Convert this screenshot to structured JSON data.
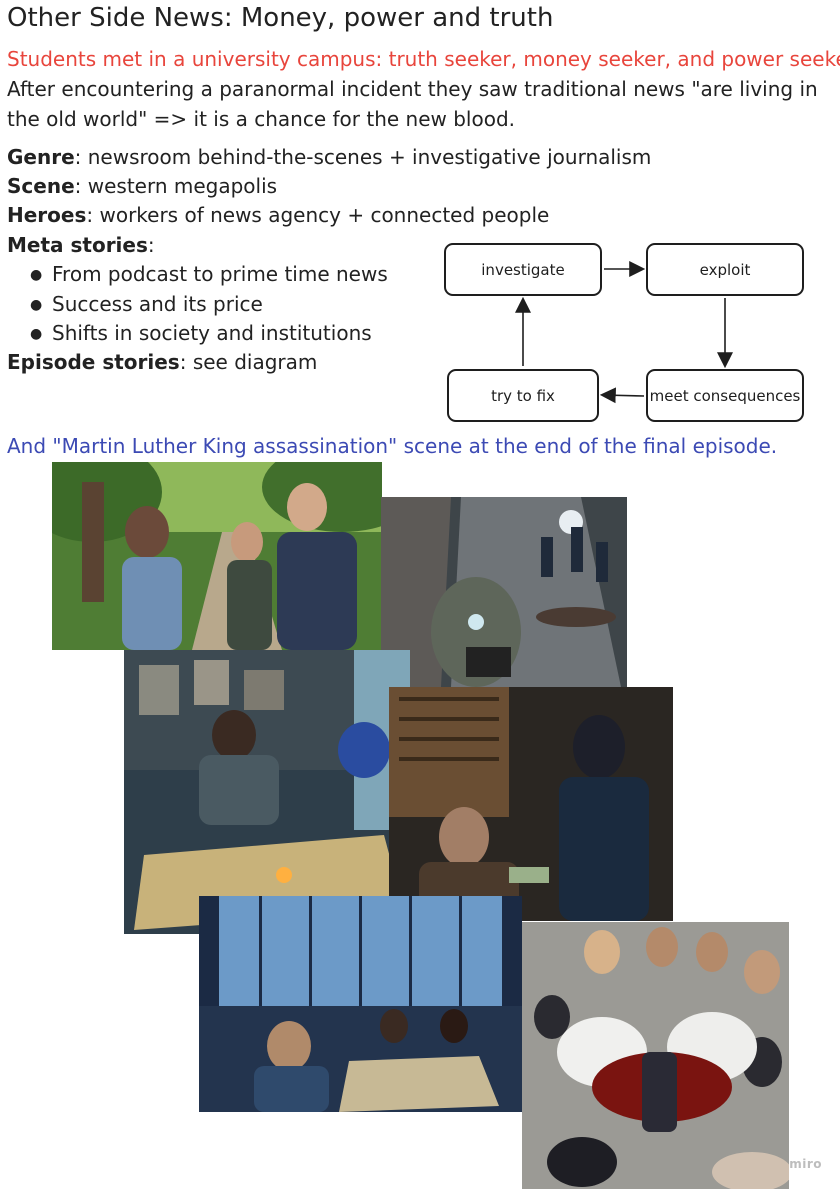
{
  "header": {
    "title": "Other Side News: Money, power and truth",
    "premise": "Students met in a university campus: truth seeker, money seeker, and power seeker.",
    "intro": "After encountering a paranormal incident they saw traditional news \"are living in the old world\" => it is a chance for the new blood."
  },
  "facts": {
    "genre_label": "Genre",
    "genre_value": ": newsroom behind-the-scenes + investigative journalism",
    "scene_label": "Scene",
    "scene_value": ": western megapolis",
    "heroes_label": "Heroes",
    "heroes_value": ": workers of news agency + connected people",
    "meta_label": "Meta stories",
    "meta_value": ":",
    "meta_items": [
      "From podcast to prime time news",
      "Success and its price",
      "Shifts in society and institutions"
    ],
    "episode_label": "Episode stories",
    "episode_value": ": see diagram"
  },
  "diagram": {
    "nodes": [
      "investigate",
      "exploit",
      "meet consequences",
      "try to fix"
    ]
  },
  "footer_note": "And \"Martin Luther King assassination\" scene at the end of the final episode.",
  "watermark": "miro",
  "colors": {
    "premise": "#e8453c",
    "footer_note": "#3c4ab4",
    "text": "#222222",
    "diagram_stroke": "#1e1e1e"
  },
  "images": [
    {
      "name": "park-interview-image"
    },
    {
      "name": "crime-scene-image"
    },
    {
      "name": "map-room-image"
    },
    {
      "name": "bribe-office-image"
    },
    {
      "name": "newsroom-image"
    },
    {
      "name": "fallen-angel-image"
    }
  ]
}
